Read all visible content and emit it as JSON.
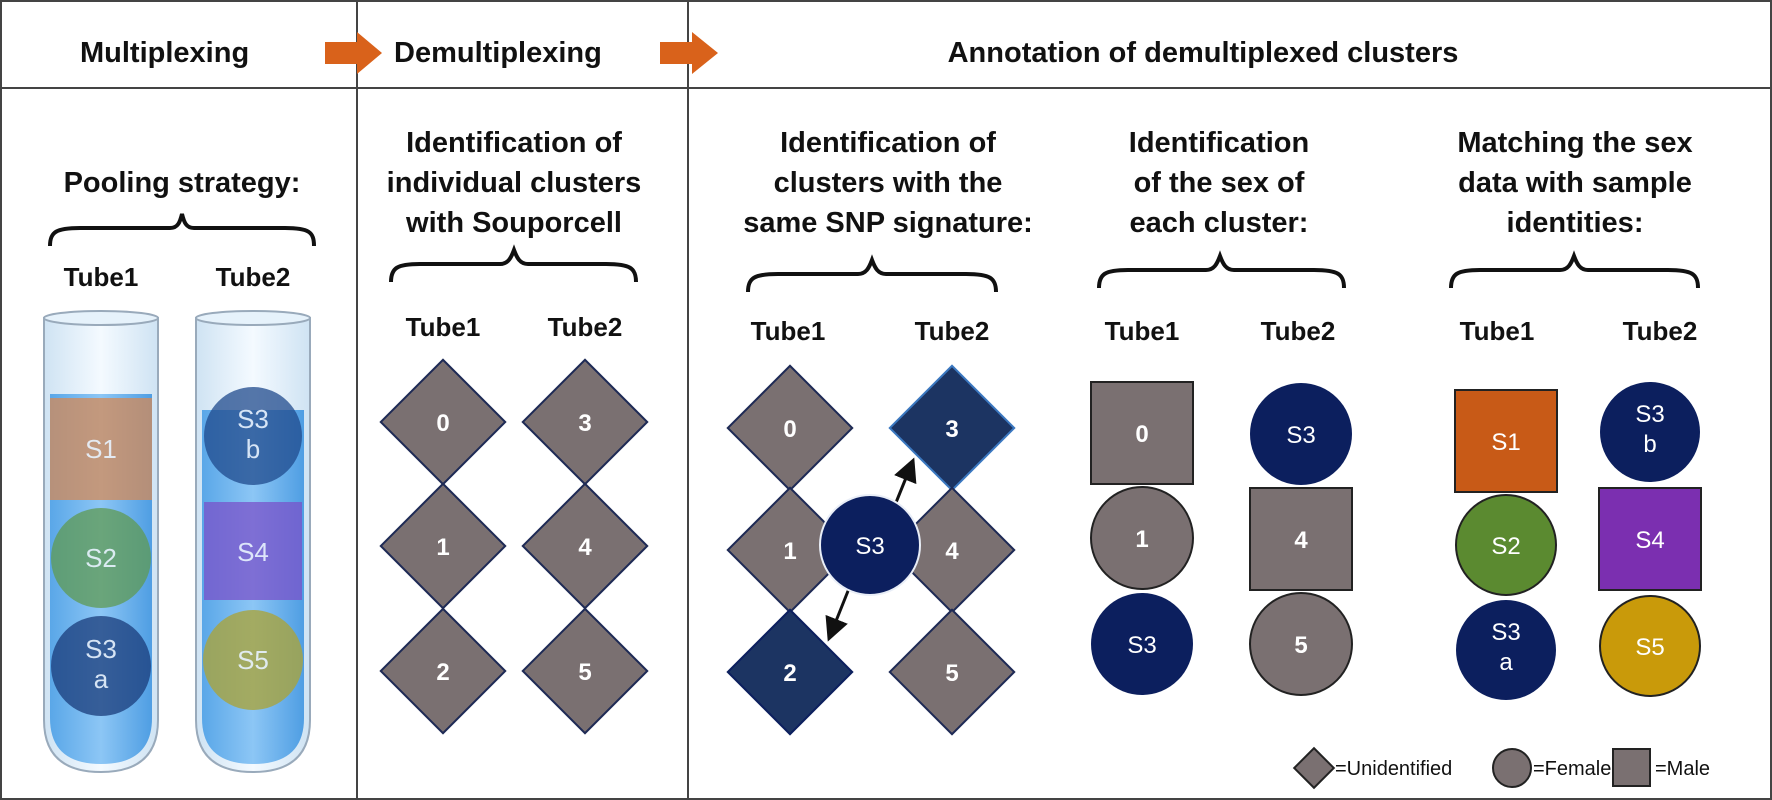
{
  "headers": {
    "multiplexing": "Multiplexing",
    "demultiplexing": "Demultiplexing",
    "annotation": "Annotation of demultiplexed clusters"
  },
  "panel1": {
    "title": [
      "Pooling strategy:"
    ],
    "tube1": "Tube1",
    "tube2": "Tube2",
    "tube1_samples": [
      "S1",
      "S2",
      "S3",
      "a"
    ],
    "tube2_samples": [
      "S3",
      "b",
      "S4",
      "S5"
    ]
  },
  "panel2": {
    "title": [
      "Identification of",
      "individual clusters",
      "with Souporcell"
    ],
    "tube1": "Tube1",
    "tube2": "Tube2",
    "tube1_clusters": [
      "0",
      "1",
      "2"
    ],
    "tube2_clusters": [
      "3",
      "4",
      "5"
    ]
  },
  "panel3": {
    "title": [
      "Identification of",
      "clusters with the",
      "same SNP signature:"
    ],
    "tube1": "Tube1",
    "tube2": "Tube2",
    "tube1_clusters": [
      "0",
      "1",
      "2"
    ],
    "tube2_clusters": [
      "3",
      "4",
      "5"
    ],
    "shared": "S3"
  },
  "panel4": {
    "title": [
      "Identification",
      "of the sex of",
      "each cluster:"
    ],
    "tube1": "Tube1",
    "tube2": "Tube2",
    "tube1_clusters": [
      "0",
      "1",
      "S3"
    ],
    "tube2_clusters": [
      "S3",
      "4",
      "5"
    ]
  },
  "panel5": {
    "title": [
      "Matching the sex",
      "data with sample",
      "identities:"
    ],
    "tube1": "Tube1",
    "tube2": "Tube2",
    "tube1_samples": [
      "S1",
      "S2",
      "S3",
      "a"
    ],
    "tube2_samples": [
      "S3",
      "b",
      "S4",
      "S5"
    ]
  },
  "legend": {
    "unidentified": "=Unidentified",
    "female": "=Female",
    "male": "=Male"
  },
  "colors": {
    "gray": "#7a7071",
    "navy": "#0c1f5e",
    "navy_light": "#1c3462",
    "orange": "#c85a17",
    "green": "#5b8a30",
    "purple": "#7b2fb0",
    "gold": "#c99a0a",
    "arrow": "#d9621b"
  }
}
